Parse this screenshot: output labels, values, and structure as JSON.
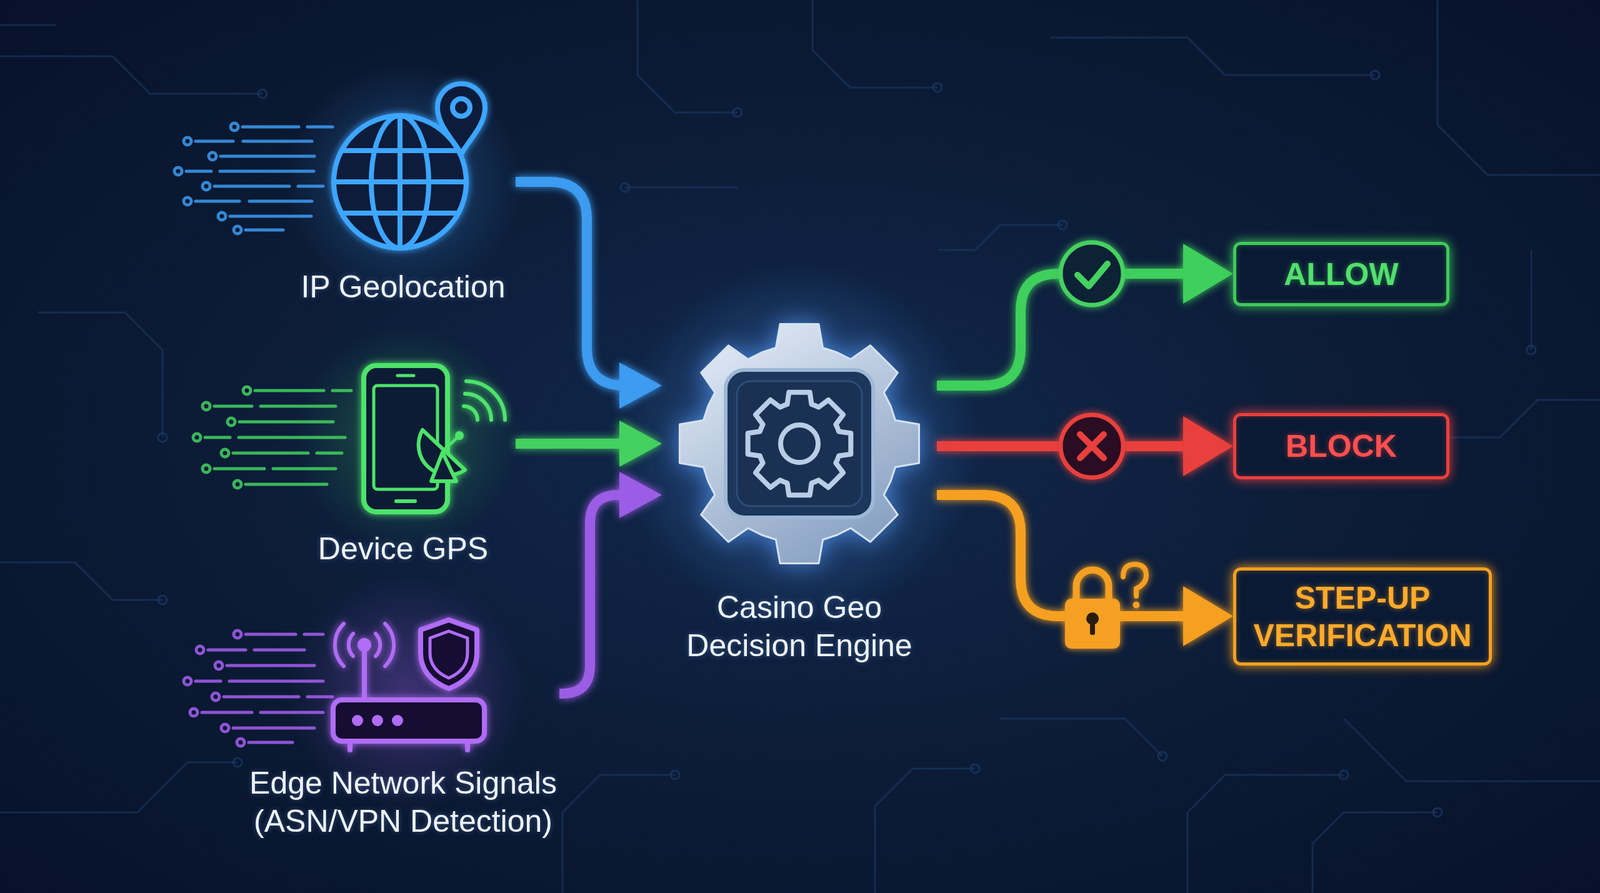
{
  "diagram": {
    "nodes": [
      {
        "text": [
          "IP Geolocation"
        ]
      },
      {
        "text": [
          "Device GPS"
        ]
      },
      {
        "text": [
          "Edge Network Signals (ASN/VPN Detection)"
        ]
      },
      {
        "text": [
          "Casino Geo Decision Engine"
        ]
      },
      {
        "text": [
          "ALLOW"
        ]
      },
      {
        "text": [
          "BLOCK"
        ]
      },
      {
        "text": [
          "STEP-UP VERIFICATION"
        ]
      }
    ],
    "edges": [
      {
        "from": 0,
        "to": 3,
        "arrow": "to"
      },
      {
        "from": 1,
        "to": 3,
        "arrow": "to"
      },
      {
        "from": 2,
        "to": 3,
        "arrow": "to"
      },
      {
        "from": 3,
        "to": 4,
        "arrow": "to"
      },
      {
        "from": 3,
        "to": 5,
        "arrow": "to"
      },
      {
        "from": 3,
        "to": 6,
        "arrow": "to"
      }
    ]
  }
}
